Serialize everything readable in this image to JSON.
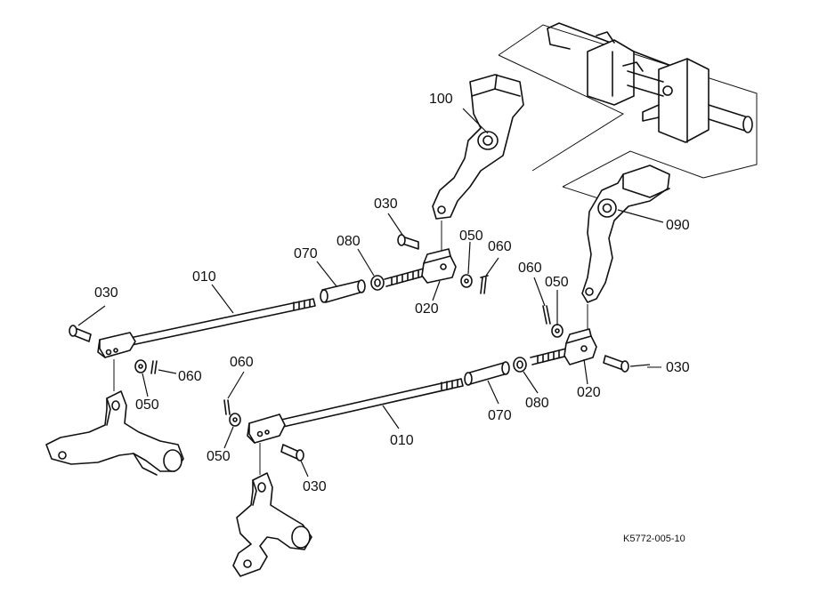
{
  "drawing": {
    "code": "K5772-005-10",
    "callouts": {
      "p100": "100",
      "p090": "090",
      "p030_top": "030",
      "p080_top": "080",
      "p070_top": "070",
      "p050_top": "050",
      "p060_top": "060",
      "p020_top": "020",
      "p010_left": "010",
      "p030_left": "030",
      "p060_left": "060",
      "p050_left": "050",
      "p060_right": "060",
      "p050_right": "050",
      "p030_right": "030",
      "p020_right": "020",
      "p080_bottom": "080",
      "p070_bottom": "070",
      "p010_bottom": "010",
      "p060_bottom": "060",
      "p050_bottom": "050",
      "p030_bottom": "030"
    }
  }
}
